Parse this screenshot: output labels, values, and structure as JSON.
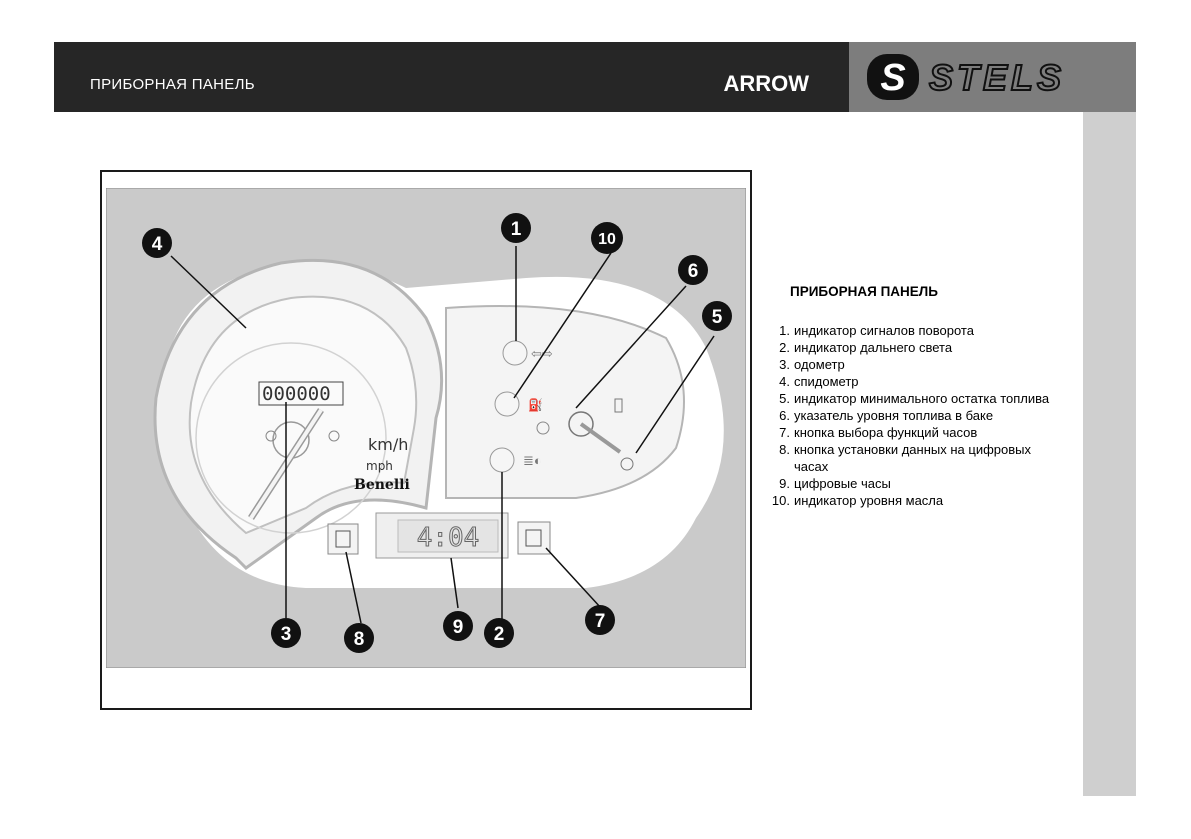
{
  "header": {
    "title": "ПРИБОРНАЯ ПАНЕЛЬ",
    "model": "ARROW",
    "brand_logo": "STELS",
    "bg_color": "#262626",
    "brand_bg_color": "#7d7d7d"
  },
  "figure": {
    "odometer": "000000",
    "clock": "4:04",
    "speed_unit_primary": "km/h",
    "speed_unit_secondary": "mph",
    "dial_brand": "Benelli",
    "callouts": [
      "1",
      "2",
      "3",
      "4",
      "5",
      "6",
      "7",
      "8",
      "9",
      "10"
    ]
  },
  "legend": {
    "title": "ПРИБОРНАЯ ПАНЕЛЬ",
    "items": [
      {
        "num": "1.",
        "text": "индикатор сигналов поворота"
      },
      {
        "num": "2.",
        "text": "индикатор дальнего света"
      },
      {
        "num": "3.",
        "text": "одометр"
      },
      {
        "num": "4.",
        "text": "спидометр"
      },
      {
        "num": "5.",
        "text": "индикатор минимального остатка топлива"
      },
      {
        "num": "6.",
        "text": "указатель уровня топлива в баке"
      },
      {
        "num": "7.",
        "text": "кнопка выбора функций часов"
      },
      {
        "num": "8.",
        "text": "кнопка установки данных на цифровых часах"
      },
      {
        "num": "9.",
        "text": "цифровые часы"
      },
      {
        "num": "10.",
        "text": "индикатор уровня масла"
      }
    ]
  }
}
